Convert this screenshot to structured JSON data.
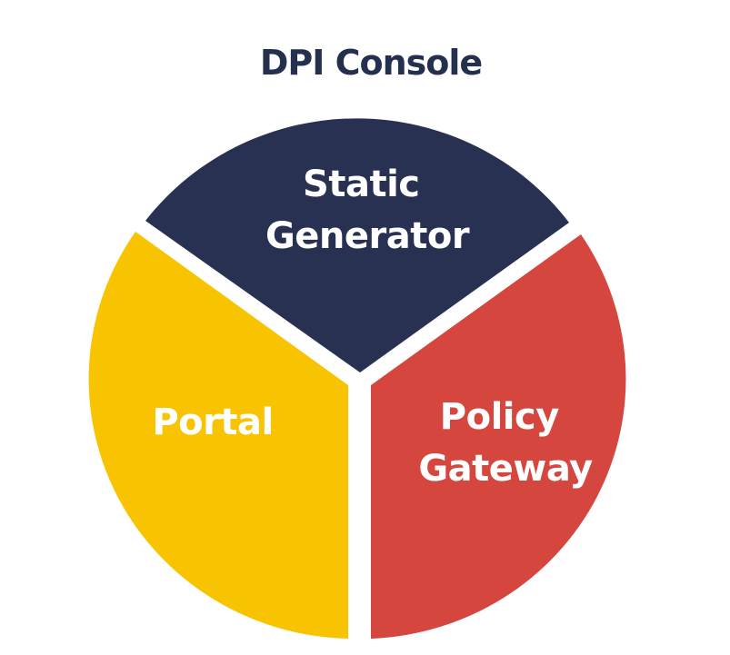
{
  "title": "DPI Console",
  "colors": {
    "title": "#25304f",
    "separator": "#ffffff",
    "background": "#ffffff"
  },
  "segments": [
    {
      "id": "static-generator",
      "lines": [
        "Static",
        "Generator"
      ],
      "color": "#283151"
    },
    {
      "id": "policy-gateway",
      "lines": [
        "Policy",
        "Gateway"
      ],
      "color": "#d5463e"
    },
    {
      "id": "portal",
      "lines": [
        "Portal"
      ],
      "color": "#f8c401"
    }
  ]
}
